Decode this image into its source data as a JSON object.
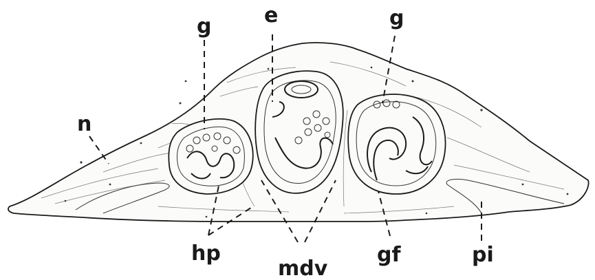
{
  "labels": {
    "n": "n",
    "e": "e",
    "g_left": "g",
    "g_right": "g",
    "hp": "hp",
    "mdv": "mdv",
    "gf": "gf",
    "pi": "pi"
  }
}
